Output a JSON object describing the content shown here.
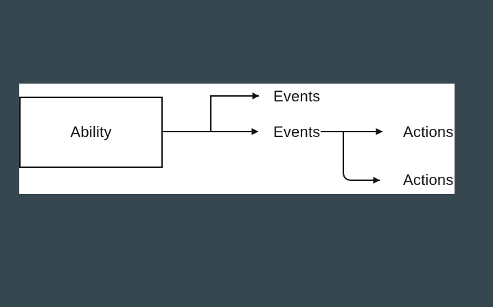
{
  "canvas": {
    "background_color": "#37474F",
    "panel_background": "#FFFFFF",
    "line_color": "#141414",
    "text_color": "#111111"
  },
  "diagram": {
    "ability": {
      "label": "Ability"
    },
    "events": [
      {
        "label": "Events"
      },
      {
        "label": "Events"
      }
    ],
    "actions": [
      {
        "label": "Actions"
      },
      {
        "label": "Actions"
      }
    ]
  }
}
